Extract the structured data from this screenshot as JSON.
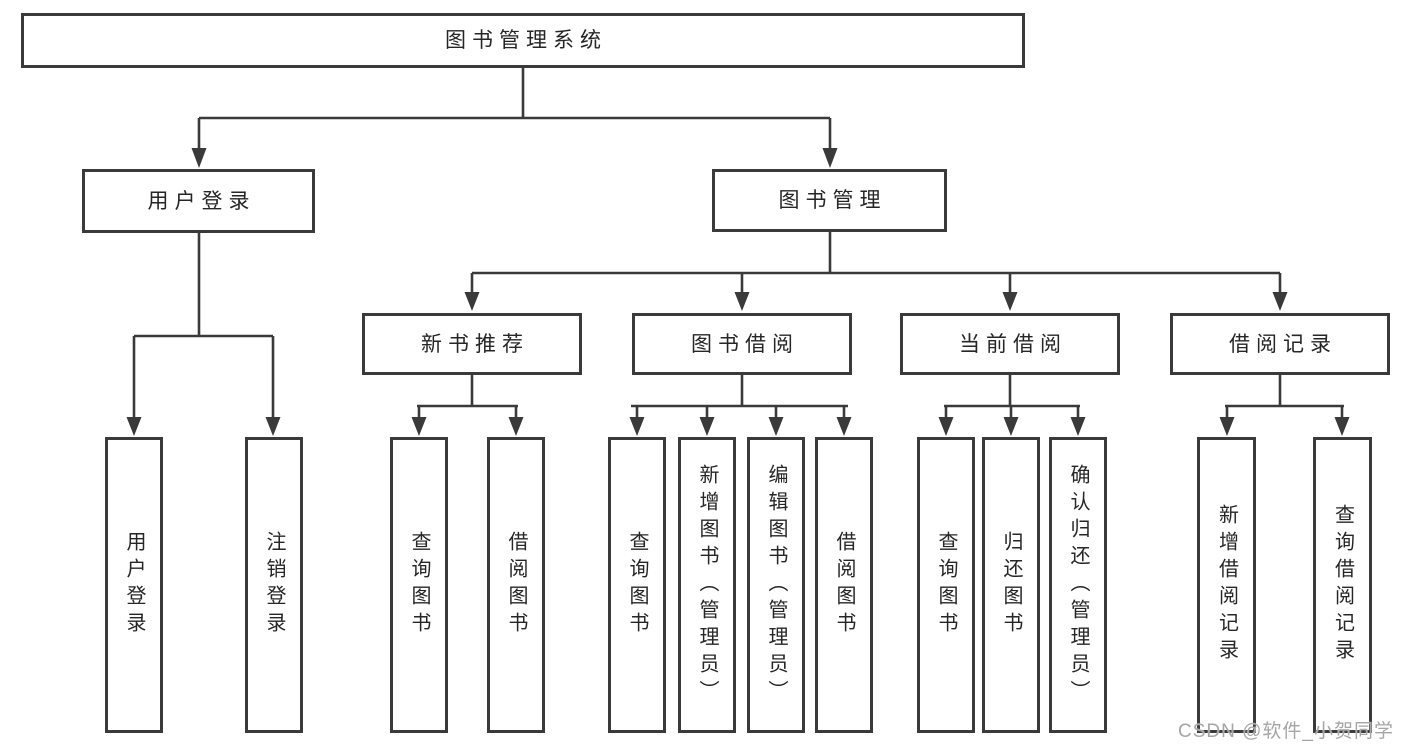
{
  "diagram_title": "图书管理系统",
  "tree": {
    "label": "图书管理系统",
    "children": [
      {
        "label": "用户登录",
        "children": [
          {
            "label": "用户登录"
          },
          {
            "label": "注销登录"
          }
        ]
      },
      {
        "label": "图书管理",
        "children": [
          {
            "label": "新书推荐",
            "children": [
              {
                "label": "查询图书"
              },
              {
                "label": "借阅图书"
              }
            ]
          },
          {
            "label": "图书借阅",
            "children": [
              {
                "label": "查询图书"
              },
              {
                "label": "新增图书（管理员）"
              },
              {
                "label": "编辑图书（管理员）"
              },
              {
                "label": "借阅图书"
              }
            ]
          },
          {
            "label": "当前借阅",
            "children": [
              {
                "label": "查询图书"
              },
              {
                "label": "归还图书"
              },
              {
                "label": "确认归还（管理员）"
              }
            ]
          },
          {
            "label": "借阅记录",
            "children": [
              {
                "label": "新增借阅记录"
              },
              {
                "label": "查询借阅记录"
              }
            ]
          }
        ]
      }
    ]
  },
  "watermark": "CSDN @软件_小贺同学",
  "colors": {
    "line": "#3a3a3a",
    "border": "#3a3a3a",
    "text": "#262626",
    "watermark": "#a6a6a6",
    "background": "#ffffff"
  }
}
